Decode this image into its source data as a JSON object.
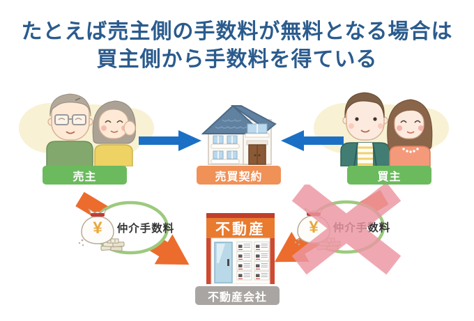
{
  "title": {
    "line1": "たとえば売主側の手数料が無料となる場合は",
    "line2": "買主側から手数料を得ている"
  },
  "actors": {
    "seller": {
      "label": "売主"
    },
    "contract": {
      "label": "売買契約"
    },
    "buyer": {
      "label": "買主"
    },
    "agency": {
      "label": "不動産会社"
    }
  },
  "building": {
    "sign": "不動産"
  },
  "fees": {
    "left": {
      "label": "仲介手数料",
      "yen": "¥"
    },
    "right": {
      "label": "仲介手数料",
      "yen": "¥"
    }
  },
  "colors": {
    "title_text": "#2b5b8d",
    "label_green": "#6cba5e",
    "label_orange": "#f09158",
    "label_gray": "#a9a5a2",
    "arrow_blue": "#1b70c5",
    "arrow_orange": "#ec6c2d",
    "ellipse_green": "#9cca7e",
    "cross_pink": "#ec96a2",
    "yen_gold": "#eaa73b",
    "sign_orange": "#e87b2f"
  }
}
